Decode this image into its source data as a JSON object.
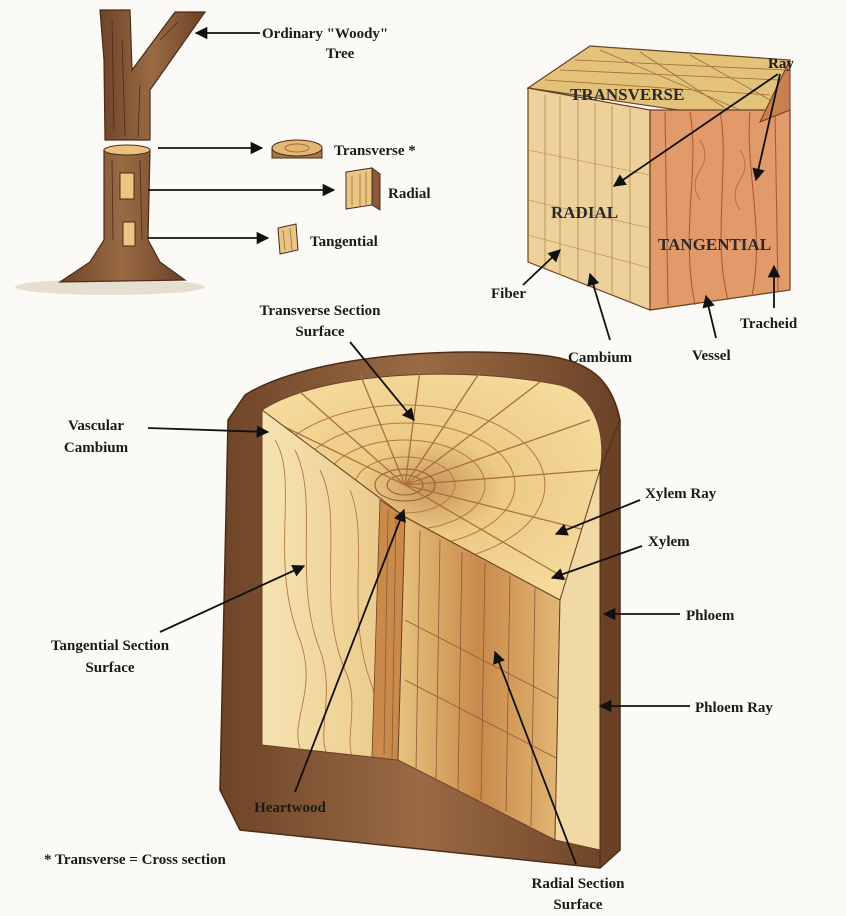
{
  "labels": {
    "ordinary_tree_line1": "Ordinary \"Woody\"",
    "ordinary_tree_line2": "Tree",
    "transverse": "Transverse *",
    "radial": "Radial",
    "tangential": "Tangential",
    "ray": "Ray",
    "cube_transverse": "TRANSVERSE",
    "cube_radial": "RADIAL",
    "cube_tangential": "TANGENTIAL",
    "fiber": "Fiber",
    "cambium": "Cambium",
    "vessel": "Vessel",
    "tracheid": "Tracheid",
    "transverse_section_line1": "Transverse Section",
    "transverse_section_line2": "Surface",
    "vascular_line1": "Vascular",
    "vascular_line2": "Cambium",
    "xylem_ray": "Xylem Ray",
    "xylem": "Xylem",
    "phloem": "Phloem",
    "phloem_ray": "Phloem Ray",
    "tangential_section_line1": "Tangential Section",
    "tangential_section_line2": "Surface",
    "heartwood": "Heartwood",
    "radial_section_line1": "Radial Section",
    "radial_section_line2": "Surface",
    "footnote": "* Transverse = Cross section"
  },
  "colors": {
    "bark": "#8a5a3a",
    "bark_dark": "#5e3a22",
    "wood_light": "#f3dfae",
    "wood_mid": "#e8c27e",
    "wood_dark": "#c98a4a",
    "tangential_face": "#e39a6a",
    "background": "#fbfaf6"
  }
}
